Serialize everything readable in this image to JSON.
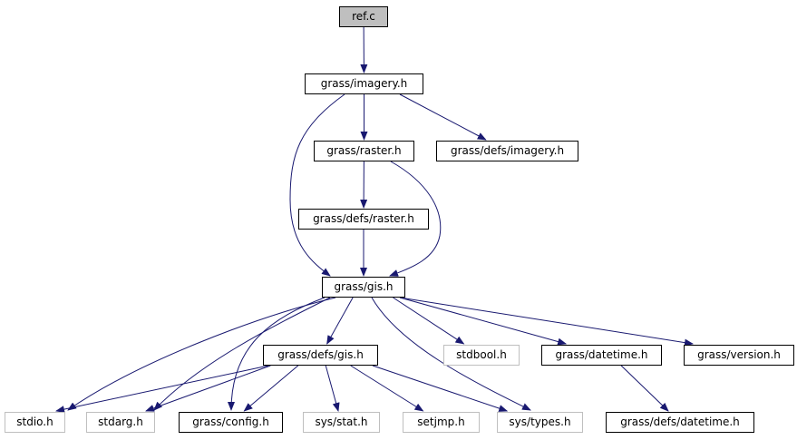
{
  "graph": {
    "colors": {
      "edge": "#191970",
      "root_fill": "#bfbfbf",
      "system_header_border": "#bfbfbf",
      "project_header_border": "#000000"
    },
    "nodes": {
      "ref": "ref.c",
      "imagery": "grass/imagery.h",
      "raster": "grass/raster.h",
      "defs_imagery": "grass/defs/imagery.h",
      "defs_raster": "grass/defs/raster.h",
      "gis": "grass/gis.h",
      "defs_gis": "grass/defs/gis.h",
      "stdbool": "stdbool.h",
      "datetime": "grass/datetime.h",
      "version": "grass/version.h",
      "stdio": "stdio.h",
      "stdarg": "stdarg.h",
      "config": "grass/config.h",
      "sys_stat": "sys/stat.h",
      "setjmp": "setjmp.h",
      "sys_types": "sys/types.h",
      "defs_datetime": "grass/defs/datetime.h"
    },
    "edges": [
      [
        "ref",
        "imagery"
      ],
      [
        "imagery",
        "raster"
      ],
      [
        "imagery",
        "defs_imagery"
      ],
      [
        "imagery",
        "gis"
      ],
      [
        "raster",
        "defs_raster"
      ],
      [
        "raster",
        "gis"
      ],
      [
        "defs_raster",
        "gis"
      ],
      [
        "gis",
        "stdio"
      ],
      [
        "gis",
        "stdarg"
      ],
      [
        "gis",
        "config"
      ],
      [
        "gis",
        "defs_gis"
      ],
      [
        "gis",
        "sys_types"
      ],
      [
        "gis",
        "stdbool"
      ],
      [
        "gis",
        "datetime"
      ],
      [
        "gis",
        "version"
      ],
      [
        "defs_gis",
        "stdio"
      ],
      [
        "defs_gis",
        "stdarg"
      ],
      [
        "defs_gis",
        "config"
      ],
      [
        "defs_gis",
        "sys_stat"
      ],
      [
        "defs_gis",
        "setjmp"
      ],
      [
        "defs_gis",
        "sys_types"
      ],
      [
        "datetime",
        "defs_datetime"
      ]
    ]
  }
}
